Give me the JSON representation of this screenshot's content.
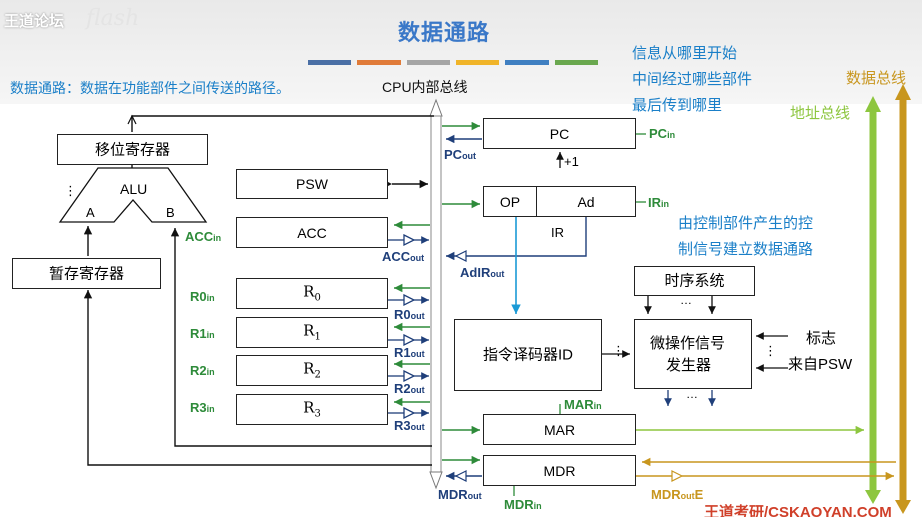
{
  "watermark": {
    "logo": "王道论坛",
    "script": "flash"
  },
  "slide": {
    "title": "数据通路",
    "title_bar_colors": [
      "#4a6fa5",
      "#e07b39",
      "#a5a5a5",
      "#f0b429",
      "#3f7fc1",
      "#6aa84f"
    ],
    "definition": "数据通路：数据在功能部件之间传送的路径。",
    "questions": [
      "信息从哪里开始",
      "中间经过哪些部件",
      "最后传到哪里"
    ],
    "note": [
      "由控制部件产生的控",
      "制信号建立数据通路"
    ],
    "footer": "王道考研/CSKAOYAN.COM"
  },
  "buses": {
    "cpu_internal": "CPU内部总线",
    "address": "地址总线",
    "data": "数据总线",
    "address_color": "#8dc63f",
    "data_color": "#c8961e"
  },
  "components": {
    "shifter": "移位寄存器",
    "alu": "ALU",
    "alu_a": "A",
    "alu_b": "B",
    "alu_dots": "⋮",
    "temp": "暂存寄存器",
    "psw": "PSW",
    "acc": "ACC",
    "r0_base": "R",
    "r0_sub": "0",
    "r1_base": "R",
    "r1_sub": "1",
    "r2_base": "R",
    "r2_sub": "2",
    "r3_base": "R",
    "r3_sub": "3",
    "pc": "PC",
    "plus_one": "+1",
    "op": "OP",
    "ad": "Ad",
    "ir": "IR",
    "timing": "时序系统",
    "timing_dots": "…",
    "decoder": "指令译码器ID",
    "decoder_dots": "⋮",
    "micro_gen": [
      "微操作信号",
      "发生器"
    ],
    "micro_dots_left": "⋮",
    "micro_dots_right": "⋮",
    "micro_out_dots": "…",
    "flags": [
      "标志",
      "来自PSW"
    ],
    "mar": "MAR",
    "mdr": "MDR"
  },
  "signals": {
    "acc_in": {
      "base": "ACC",
      "sub": "in"
    },
    "acc_out": {
      "base": "ACC",
      "sub": "out"
    },
    "r0_in": {
      "base": "R0",
      "sub": "in"
    },
    "r0_out": {
      "base": "R0",
      "sub": "out"
    },
    "r1_in": {
      "base": "R1",
      "sub": "in"
    },
    "r1_out": {
      "base": "R1",
      "sub": "out"
    },
    "r2_in": {
      "base": "R2",
      "sub": "in"
    },
    "r2_out": {
      "base": "R2",
      "sub": "out"
    },
    "r3_in": {
      "base": "R3",
      "sub": "in"
    },
    "r3_out": {
      "base": "R3",
      "sub": "out"
    },
    "pc_in": {
      "base": "PC",
      "sub": "in"
    },
    "pc_out": {
      "base": "PC",
      "sub": "out"
    },
    "ir_in": {
      "base": "IR",
      "sub": "in"
    },
    "ad_ir_out": {
      "base": "AdIR",
      "sub": "out"
    },
    "mar_in": {
      "base": "MAR",
      "sub": "in"
    },
    "mdr_out": {
      "base": "MDR",
      "sub": "out"
    },
    "mdr_in": {
      "base": "MDR",
      "sub": "in"
    },
    "mdr_out_e": {
      "base": "MDR",
      "sub": "out",
      "suffix": "E"
    }
  },
  "colors": {
    "in_signal": "#2e8b3a",
    "out_signal": "#1f3f7a",
    "decoder_link": "#1a9ad6",
    "bus_gray": "#b8b8b8"
  }
}
